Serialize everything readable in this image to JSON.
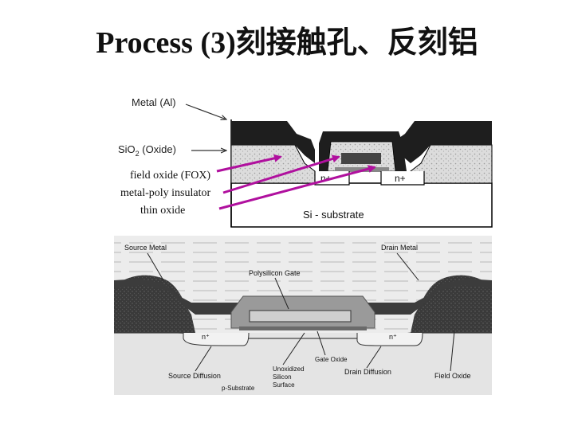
{
  "slide": {
    "title": "Process (3)刻接触孔、反刻铝"
  },
  "annotations": {
    "field_oxide": "field oxide (FOX)",
    "metal_poly_insulator": "metal-poly insulator",
    "thin_oxide": "thin oxide"
  },
  "top_diagram": {
    "metal_label": "Metal (Al)",
    "oxide_label": "SiO",
    "oxide_sub": "2",
    "oxide_suffix": " (Oxide)",
    "n_left": "n+",
    "n_right": "n+",
    "substrate_label": "Si - substrate"
  },
  "bottom_diagram": {
    "source_metal": "Source Metal",
    "drain_metal": "Drain Metal",
    "poly_gate": "Polysilicon Gate",
    "n_left": "n⁺",
    "n_right": "n⁺",
    "gate_oxide": "Gate Oxide",
    "source_diffusion": "Source Diffusion",
    "unoxidized_line1": "Unoxidized",
    "unoxidized_line2": "Silicon",
    "unoxidized_line3": "Surface",
    "drain_diffusion": "Drain Diffusion",
    "field_oxide": "Field Oxide",
    "p_substrate": "p-Substrate"
  },
  "colors": {
    "arrow": "#b0109e",
    "field_gray": "#2e2e2e",
    "metal_gray": "#555555",
    "poly_light": "#cfcfcf"
  }
}
